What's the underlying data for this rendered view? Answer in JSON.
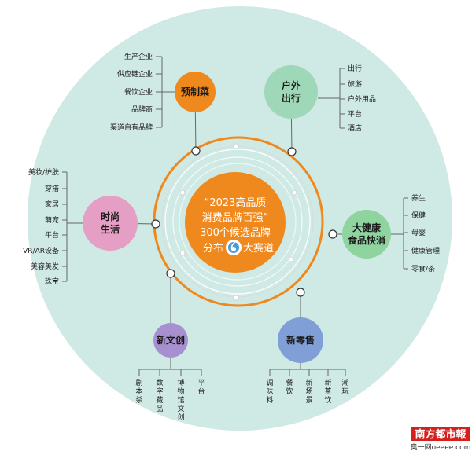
{
  "colors": {
    "outer_circle": "#cfe9e4",
    "ring": "#f0891d",
    "core": "#f0891d",
    "yuzhicai": "#f0891d",
    "huwai": "#9fd8b8",
    "dajiankang": "#8fd49f",
    "xinlingshou": "#7f9fd6",
    "xinwenchuang": "#a88fd0",
    "shishang": "#e59fc5",
    "line": "#666666",
    "logo_bg": "#d6201d"
  },
  "center": {
    "lines": [
      "“2023高品质",
      "消费品牌百强”",
      "300个候选品牌"
    ],
    "last_left": "分布",
    "last_right": "大赛道"
  },
  "categories": [
    {
      "id": "yuzhicai",
      "name_lines": [
        "预制菜"
      ],
      "items": [
        "生产企业",
        "供应链企业",
        "餐饮企业",
        "品牌商",
        "渠道自有品牌"
      ]
    },
    {
      "id": "huwai",
      "name_lines": [
        "户外",
        "出行"
      ],
      "items": [
        "出行",
        "旅游",
        "户外用品",
        "平台",
        "酒店"
      ]
    },
    {
      "id": "dajiankang",
      "name_lines": [
        "大健康",
        "食品快消"
      ],
      "items": [
        "养生",
        "保健",
        "母婴",
        "健康管理",
        "零食/茶"
      ]
    },
    {
      "id": "xinlingshou",
      "name_lines": [
        "新零售"
      ],
      "items": [
        "调味料",
        "餐饮",
        "新场景",
        "新茶饮",
        "潮玩"
      ]
    },
    {
      "id": "xinwenchuang",
      "name_lines": [
        "新文创"
      ],
      "items": [
        "剧本杀",
        "数字藏品",
        "博物馆文创",
        "平台"
      ]
    },
    {
      "id": "shishang",
      "name_lines": [
        "时尚",
        "生活"
      ],
      "items": [
        "美妆/护肤",
        "穿搭",
        "家居",
        "萌宠",
        "平台",
        "VR/AR设备",
        "美容美发",
        "珠宝"
      ]
    }
  ],
  "logo": {
    "title": "南方都市報",
    "subtitle": "奥一网oeeee.com"
  }
}
